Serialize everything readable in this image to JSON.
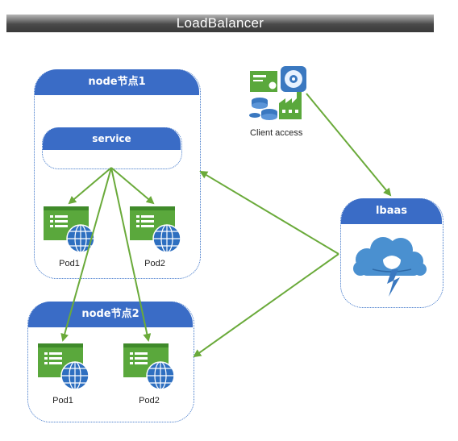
{
  "title": "LoadBalancer",
  "node1": {
    "label": "node节点1",
    "service_label": "service",
    "pods": [
      "Pod1",
      "Pod2"
    ]
  },
  "node2": {
    "label": "node节点2",
    "pods": [
      "Pod1",
      "Pod2"
    ]
  },
  "lbaas": {
    "label": "lbaas"
  },
  "client": {
    "label": "Client access"
  },
  "colors": {
    "header_blue": "#3a6cc6",
    "arrow_green": "#6aaa3a",
    "pod_green": "#5aa83c",
    "globe_blue": "#2e6fc0",
    "cloud_blue": "#4a90d0"
  }
}
